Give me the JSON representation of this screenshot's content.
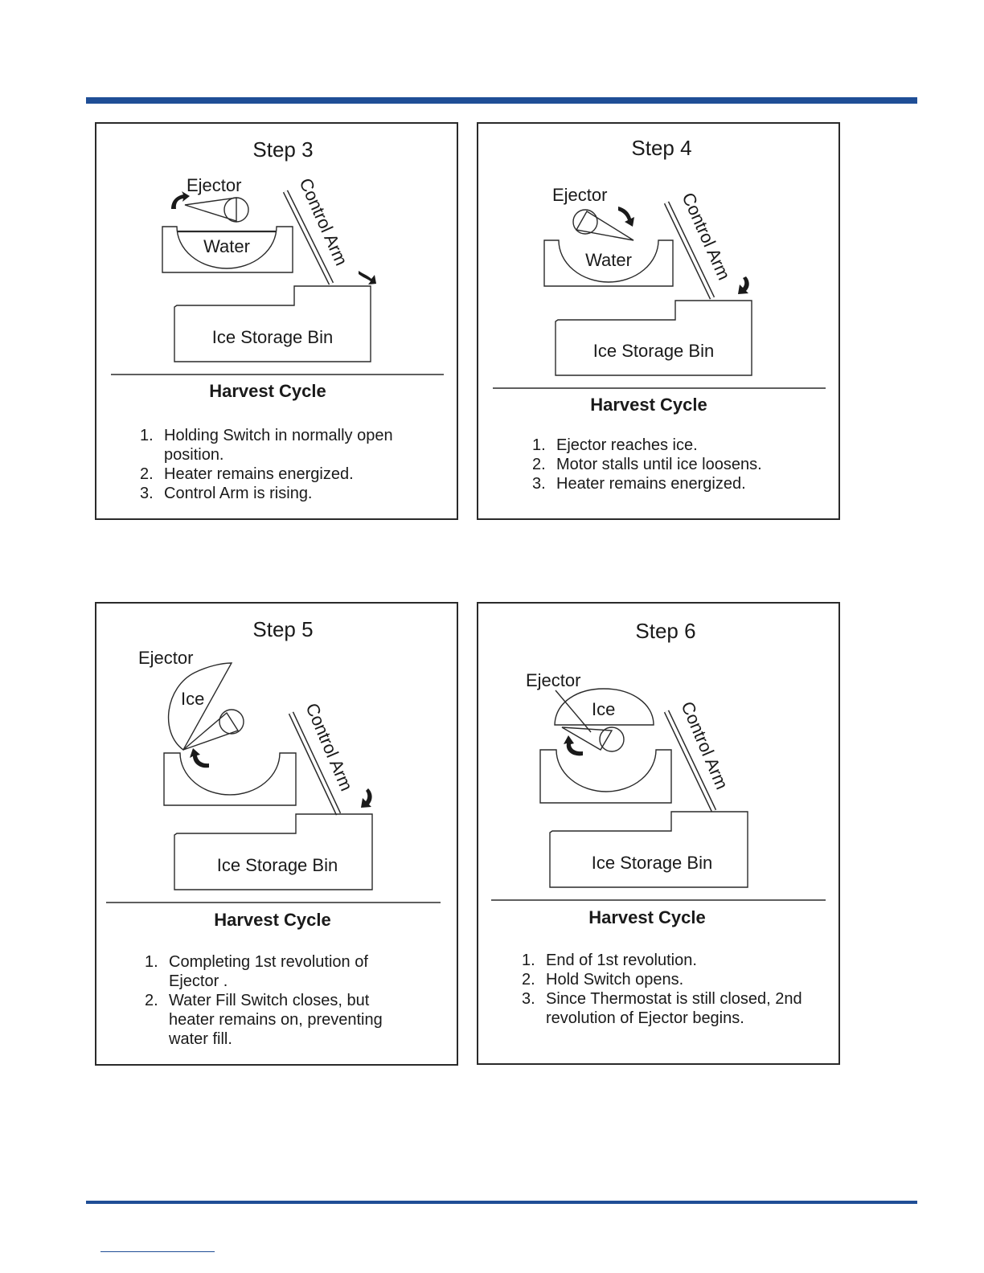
{
  "steps": [
    {
      "title": "Step 3",
      "labels": {
        "ejector": "Ejector",
        "water": "Water",
        "control_arm": "Control Arm",
        "bin": "Ice Storage Bin"
      },
      "subtitle": "Harvest Cycle",
      "items": [
        {
          "num": "1.",
          "text": "Holding Switch in normally open position."
        },
        {
          "num": "2.",
          "text": "Heater remains energized."
        },
        {
          "num": "3.",
          "text": "Control Arm is rising."
        }
      ]
    },
    {
      "title": "Step 4",
      "labels": {
        "ejector": "Ejector",
        "water": "Water",
        "control_arm": "Control Arm",
        "bin": "Ice Storage Bin"
      },
      "subtitle": "Harvest Cycle",
      "items": [
        {
          "num": "1.",
          "text": "Ejector reaches ice."
        },
        {
          "num": "2.",
          "text": "Motor stalls until ice loosens."
        },
        {
          "num": "3.",
          "text": "Heater remains energized."
        }
      ]
    },
    {
      "title": "Step 5",
      "labels": {
        "ejector": "Ejector",
        "ice": "Ice",
        "control_arm": "Control Arm",
        "bin": "Ice Storage Bin"
      },
      "subtitle": "Harvest Cycle",
      "items": [
        {
          "num": "1.",
          "text": "Completing 1st revolution of Ejector ."
        },
        {
          "num": "2.",
          "text": "Water Fill Switch closes, but heater remains on, preventing water fill."
        }
      ]
    },
    {
      "title": "Step 6",
      "labels": {
        "ejector": "Ejector",
        "ice": "Ice",
        "control_arm": "Control Arm",
        "bin": "Ice Storage Bin"
      },
      "subtitle": "Harvest Cycle",
      "items": [
        {
          "num": "1.",
          "text": "End of 1st revolution."
        },
        {
          "num": "2.",
          "text": "Hold Switch opens."
        },
        {
          "num": "3.",
          "text": "Since Thermostat is still closed, 2nd revolution of Ejector begins."
        }
      ]
    }
  ]
}
